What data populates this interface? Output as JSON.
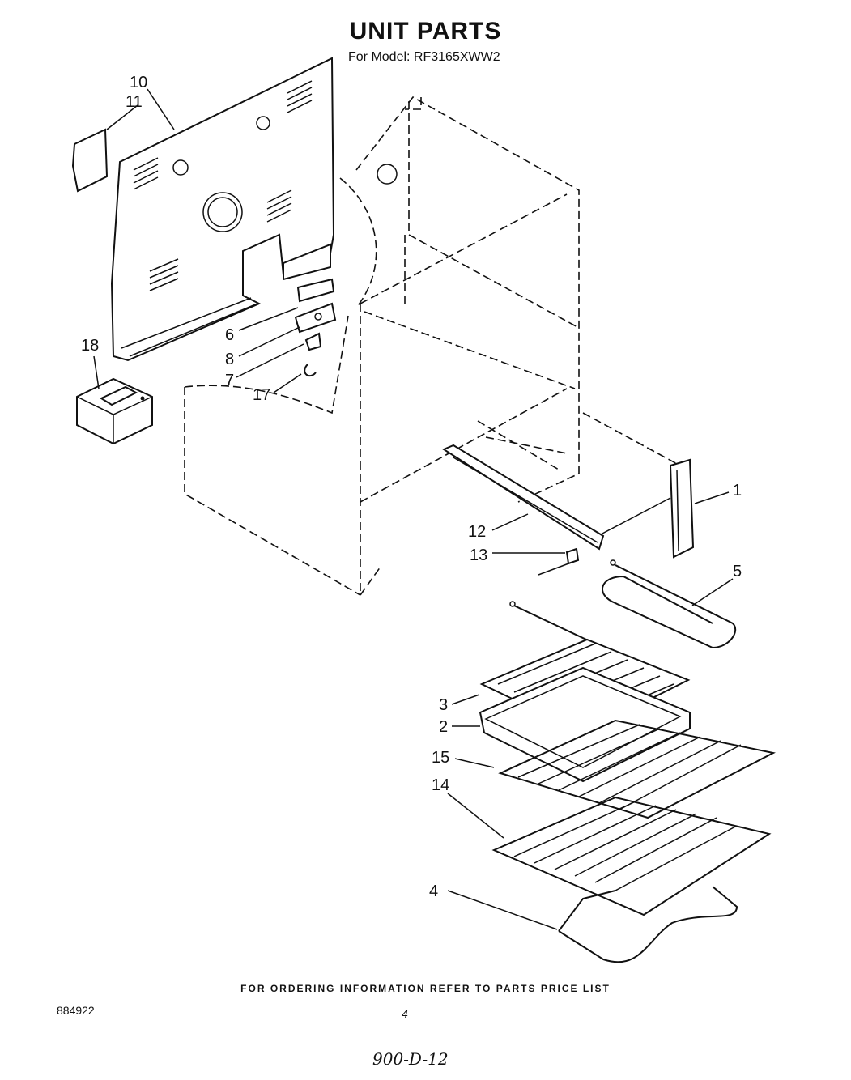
{
  "header": {
    "title": "UNIT PARTS",
    "subtitle": "For Model: RF3165XWW2"
  },
  "footer": {
    "ordering_note": "FOR ORDERING INFORMATION REFER TO PARTS PRICE LIST",
    "document_number": "884922",
    "page_number": "4",
    "handwritten_note": "900-D-12"
  },
  "callouts": [
    {
      "id": "10",
      "label": "10"
    },
    {
      "id": "11",
      "label": "11"
    },
    {
      "id": "18",
      "label": "18"
    },
    {
      "id": "6",
      "label": "6"
    },
    {
      "id": "8",
      "label": "8"
    },
    {
      "id": "7",
      "label": "7"
    },
    {
      "id": "17",
      "label": "17"
    },
    {
      "id": "1",
      "label": "1"
    },
    {
      "id": "12",
      "label": "12"
    },
    {
      "id": "13",
      "label": "13"
    },
    {
      "id": "5",
      "label": "5"
    },
    {
      "id": "3",
      "label": "3"
    },
    {
      "id": "2",
      "label": "2"
    },
    {
      "id": "15",
      "label": "15"
    },
    {
      "id": "14",
      "label": "14"
    },
    {
      "id": "4",
      "label": "4"
    }
  ]
}
